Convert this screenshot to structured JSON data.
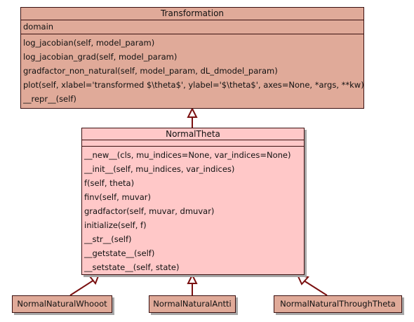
{
  "diagram": {
    "transformation": {
      "name": "Transformation",
      "attributes": [
        "domain"
      ],
      "methods": [
        "log_jacobian(self, model_param)",
        "log_jacobian_grad(self, model_param)",
        "gradfactor_non_natural(self, model_param, dL_dmodel_param)",
        "plot(self, xlabel='transformed $\\theta$', ylabel='$\\theta$', axes=None, *args, **kw)",
        "__repr__(self)"
      ]
    },
    "normal_theta": {
      "name": "NormalTheta",
      "methods": [
        "__new__(cls, mu_indices=None, var_indices=None)",
        "__init__(self, mu_indices, var_indices)",
        "f(self, theta)",
        "finv(self, muvar)",
        "gradfactor(self, muvar, dmuvar)",
        "initialize(self, f)",
        "__str__(self)",
        "__getstate__(self)",
        "__setstate__(self, state)"
      ]
    },
    "subclasses": [
      {
        "name": "NormalNaturalWhooot"
      },
      {
        "name": "NormalNaturalAntti"
      },
      {
        "name": "NormalNaturalThroughTheta"
      }
    ],
    "colors": {
      "edge": "#7a1010",
      "transformation_fill": "#e0aa99",
      "class_fill": "#ffc8c8"
    }
  }
}
